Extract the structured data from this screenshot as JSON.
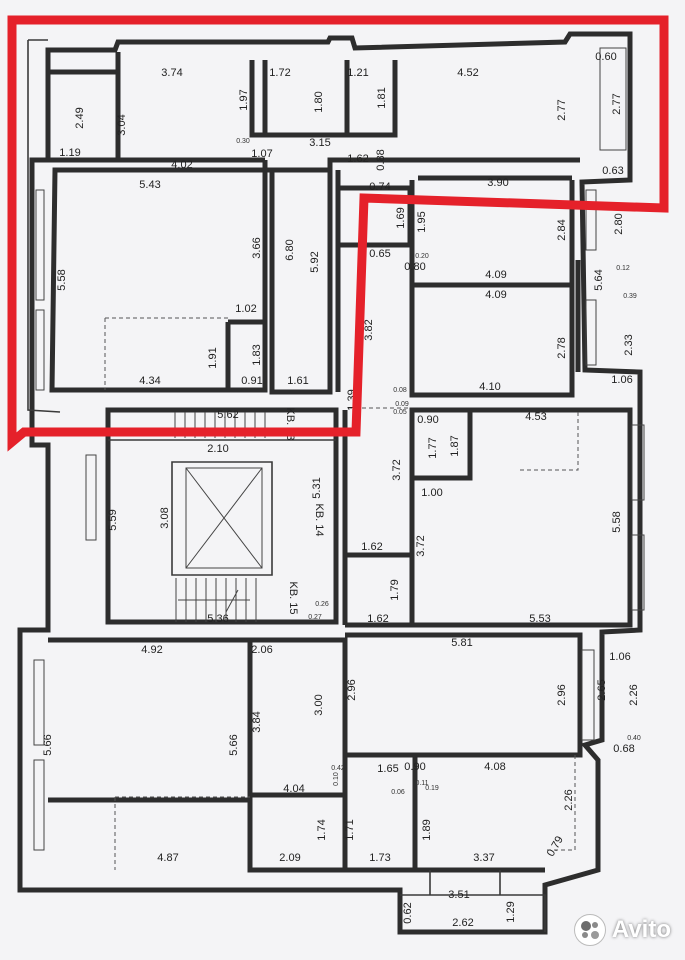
{
  "dimensions": [
    "3.74",
    "1.72",
    "1.21",
    "4.52",
    "0.60",
    "2.49",
    "3.04",
    "1.97",
    "1.80",
    "1.81",
    "2.77",
    "2.77",
    "0.30",
    "1.07",
    "3.15",
    "0.88",
    "1.62",
    "1.19",
    "4.02",
    "5.43",
    "0.74",
    "3.90",
    "0.63",
    "1.69",
    "1.95",
    "2.84",
    "2.80",
    "0.20",
    "0.65",
    "0.80",
    "4.09",
    "0.12",
    "3.66",
    "6.80",
    "5.92",
    "5.58",
    "5.64",
    "0.39",
    "4.09",
    "3.82",
    "2.78",
    "2.33",
    "1.02",
    "1.91",
    "1.83",
    "4.34",
    "0.91",
    "1.61",
    "1.39",
    "0.08",
    "0.09",
    "4.10",
    "1.06",
    "5.62",
    "0.05",
    "0.90",
    "4.53",
    "1.77",
    "1.87",
    "2.10",
    "5.31",
    "3.72",
    "1.00",
    "5.59",
    "3.08",
    "5.58",
    "1.62",
    "3.72",
    "1.79",
    "5.36",
    "0.26",
    "0.27",
    "1.62",
    "5.53",
    "4.92",
    "2.06",
    "5.81",
    "1.06",
    "2.26",
    "3.00",
    "2.96",
    "2.96",
    "2.65",
    "3.84",
    "5.66",
    "5.66",
    "0.40",
    "0.68",
    "0.42",
    "0.10",
    "1.65",
    "0.90",
    "4.08",
    "4.04",
    "0.11",
    "0.19",
    "0.06",
    "2.26",
    "1.74",
    "1.71",
    "1.89",
    "4.87",
    "2.09",
    "1.73",
    "3.37",
    "0.79",
    "3.51",
    "1.29",
    "0.62",
    "2.62"
  ],
  "apartment_labels": [
    "KB. 13",
    "KB. 14",
    "KB. 15"
  ],
  "highlight_color": "#e5212a",
  "watermark": "Avito"
}
